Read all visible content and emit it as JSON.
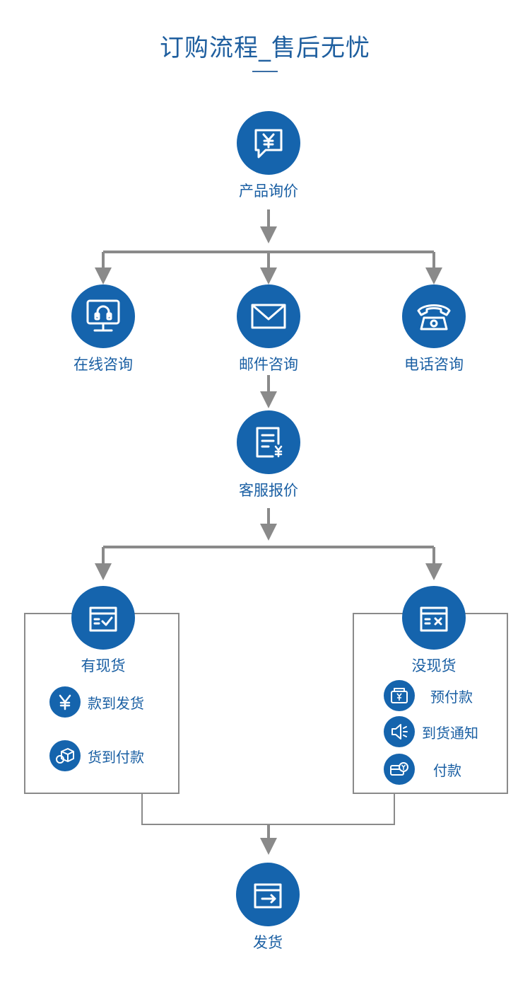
{
  "title": "订购流程_售后无忧",
  "nodes": {
    "inquiry": {
      "label": "产品询价",
      "icon": "yen-chat-bubble-icon"
    },
    "online": {
      "label": "在线咨询",
      "icon": "headset-monitor-icon"
    },
    "email": {
      "label": "邮件咨询",
      "icon": "envelope-icon"
    },
    "phone": {
      "label": "电话咨询",
      "icon": "telephone-icon"
    },
    "quote": {
      "label": "客服报价",
      "icon": "yen-document-icon"
    },
    "in_stock": {
      "label": "有现货",
      "icon": "box-check-icon"
    },
    "out_of_stock": {
      "label": "没现货",
      "icon": "box-x-icon"
    },
    "ship": {
      "label": "发货",
      "icon": "box-arrow-icon"
    }
  },
  "in_stock_options": [
    {
      "label": "款到发货",
      "icon": "yen-icon"
    },
    {
      "label": "货到付款",
      "icon": "package-icon"
    }
  ],
  "out_of_stock_steps": [
    {
      "label": "预付款",
      "icon": "wallet-icon"
    },
    {
      "label": "到货通知",
      "icon": "speaker-icon"
    },
    {
      "label": "付款",
      "icon": "card-coin-icon"
    }
  ],
  "colors": {
    "primary": "#1564ad",
    "text": "#1a5fa3",
    "connector": "#8a8a8a",
    "box_border": "#8a8a8a"
  }
}
